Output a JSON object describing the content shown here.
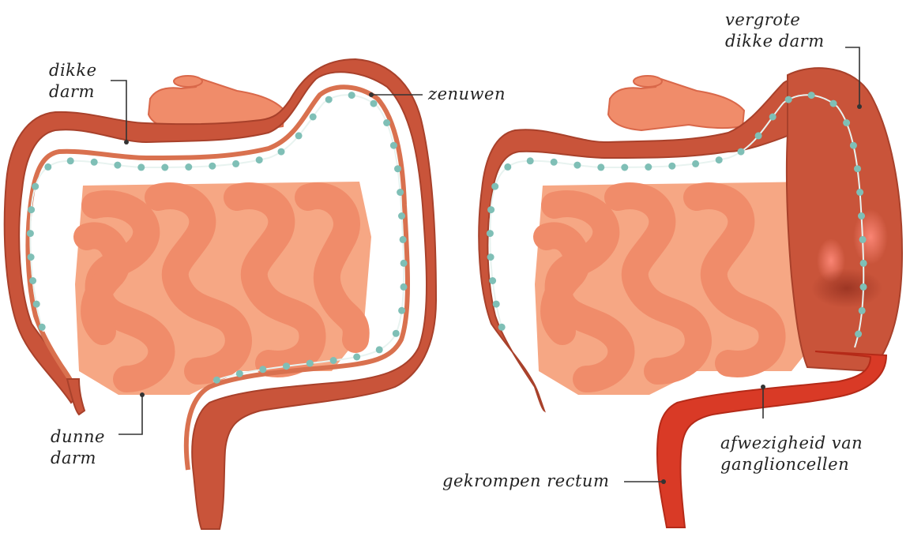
{
  "colors": {
    "colon": "#c9543a",
    "colon_dark": "#a8412b",
    "colon_band": "#d9714f",
    "small_intestine": "#f08c6a",
    "small_intestine_light": "#f6a784",
    "small_intestine_shadow": "#d9684a",
    "nerve_line": "#e8f3f0",
    "nerve_dot": "#7fbfb6",
    "diseased": "#d93a26",
    "diseased_glow": "#f06a5a",
    "label_text": "#222222",
    "leader_line": "#333333",
    "background": "#ffffff"
  },
  "labels": {
    "dikke_darm": [
      "dikke",
      "darm"
    ],
    "dunne_darm": [
      "dunne",
      "darm"
    ],
    "zenuwen": "zenuwen",
    "vergrote_dikke_darm": [
      "vergrote",
      "dikke darm"
    ],
    "afwezigheid": [
      "afwezigheid van",
      "ganglioncellen"
    ],
    "gekrompen_rectum": "gekrompen rectum"
  },
  "panels": [
    {
      "name": "healthy-intestine"
    },
    {
      "name": "hirschsprung-intestine"
    }
  ]
}
